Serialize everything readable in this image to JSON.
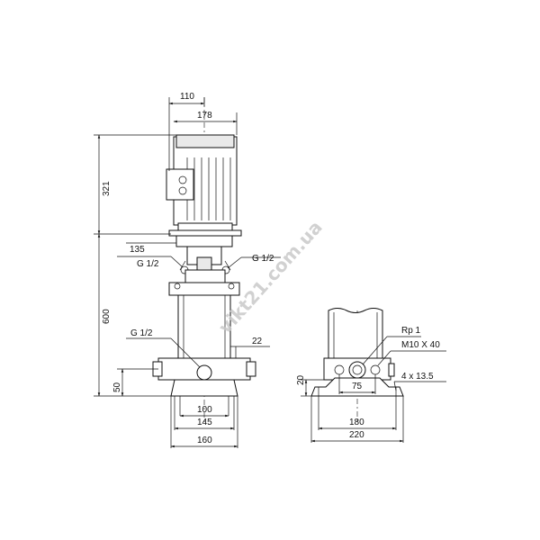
{
  "front_view": {
    "dims": {
      "top_width_110": "110",
      "top_width_178": "178",
      "height_321": "321",
      "height_600": "600",
      "flange_135": "135",
      "g_half_left": "G 1/2",
      "g_half_right": "G 1/2",
      "g_half_drain": "G 1/2",
      "dim_22": "22",
      "dim_50": "50",
      "base_100": "100",
      "base_145": "145",
      "base_160": "160"
    }
  },
  "side_view": {
    "dims": {
      "rp_1": "Rp 1",
      "bolt": "M10 X 40",
      "holes": "4  x  13.5",
      "height_20": "20",
      "width_75": "75",
      "width_180": "180",
      "width_220": "220"
    }
  },
  "watermark": "vikt21.com.ua"
}
